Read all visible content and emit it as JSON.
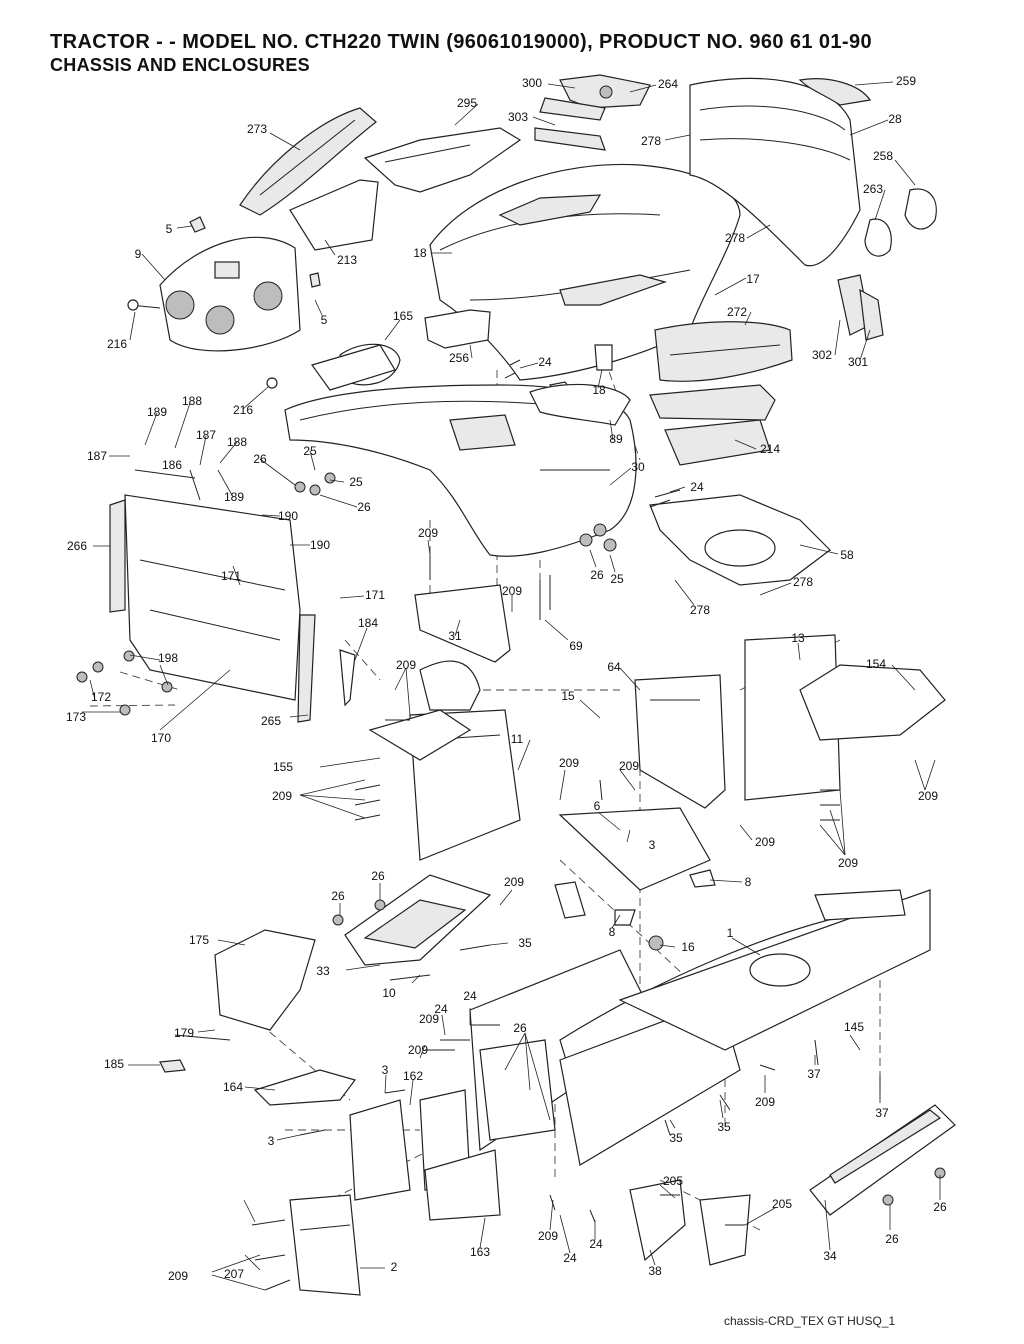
{
  "header": {
    "title": "TRACTOR - - MODEL NO. CTH220 TWIN   (96061019000), PRODUCT NO. 960 61 01-90",
    "subtitle": "CHASSIS AND ENCLOSURES"
  },
  "footer": {
    "code": "chassis-CRD_TEX GT HUSQ_1"
  },
  "callouts": [
    "300",
    "264",
    "259",
    "295",
    "303",
    "273",
    "28",
    "278",
    "258",
    "263",
    "5",
    "213",
    "9",
    "278",
    "18",
    "17",
    "5",
    "216",
    "165",
    "272",
    "256",
    "24",
    "302",
    "301",
    "216",
    "18",
    "189",
    "188",
    "89",
    "187",
    "188",
    "187",
    "186",
    "214",
    "26",
    "25",
    "25",
    "189",
    "24",
    "30",
    "26",
    "190",
    "266",
    "190",
    "58",
    "209",
    "171",
    "26",
    "25",
    "278",
    "278",
    "171",
    "209",
    "184",
    "13",
    "198",
    "31",
    "69",
    "209",
    "64",
    "154",
    "172",
    "173",
    "170",
    "15",
    "265",
    "11",
    "155",
    "209",
    "209",
    "209",
    "6",
    "3",
    "209",
    "209",
    "209",
    "26",
    "26",
    "209",
    "8",
    "8",
    "175",
    "35",
    "16",
    "1",
    "33",
    "10",
    "179",
    "24",
    "24",
    "26",
    "145",
    "209",
    "185",
    "164",
    "3",
    "162",
    "37",
    "209",
    "37",
    "35",
    "35",
    "3",
    "209",
    "205",
    "205",
    "26",
    "207",
    "2",
    "163",
    "209",
    "24",
    "24",
    "38",
    "26",
    "34",
    "209"
  ]
}
